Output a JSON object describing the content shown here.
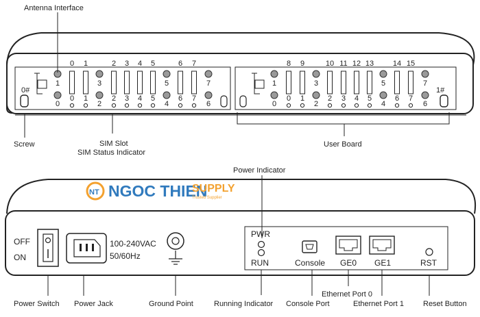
{
  "labels": {
    "antenna_interface": "Antenna Interface",
    "screw": "Screw",
    "sim_slot": "SIM Slot",
    "sim_status_indicator": "SIM Status Indicator",
    "user_board": "User Board",
    "power_indicator": "Power Indicator",
    "power_switch": "Power Switch",
    "power_jack": "Power Jack",
    "ground_point": "Ground Point",
    "running_indicator": "Running Indicator",
    "console_port": "Console Port",
    "ethernet_port_0": "Ethernet Port 0",
    "ethernet_port_1": "Ethernet Port 1",
    "reset_button": "Reset Button"
  },
  "front_panel": {
    "left_board": {
      "board_id": "0#",
      "slot_top_numbers": [
        "0",
        "1",
        "2",
        "3",
        "4",
        "5",
        "6",
        "7"
      ],
      "slot_bottom_numbers": [
        "0",
        "1",
        "2",
        "3",
        "4",
        "5",
        "6",
        "7"
      ],
      "antenna_top_labels": [
        "1",
        "3",
        "5",
        "7"
      ],
      "antenna_bottom_labels": [
        "0",
        "2",
        "4",
        "6"
      ]
    },
    "right_board": {
      "board_id": "1#",
      "slot_top_numbers": [
        "8",
        "9",
        "10",
        "11",
        "12",
        "13",
        "14",
        "15"
      ],
      "slot_bottom_numbers": [
        "0",
        "1",
        "2",
        "3",
        "4",
        "5",
        "6",
        "7"
      ],
      "antenna_top_labels": [
        "1",
        "3",
        "5",
        "7"
      ],
      "antenna_bottom_labels": [
        "0",
        "2",
        "4",
        "6"
      ]
    }
  },
  "rear_panel": {
    "switch_off": "OFF",
    "switch_on": "ON",
    "voltage": "100-240VAC",
    "frequency": "50/60Hz",
    "pwr": "PWR",
    "run": "RUN",
    "console": "Console",
    "ge0": "GE0",
    "ge1": "GE1",
    "rst": "RST"
  },
  "watermark": {
    "badge": "NT",
    "name_main": "NGOC THIEN",
    "name_accent": "SUPPLY",
    "tagline": "Trusted Supplier",
    "colors": {
      "main": "#1f6fb8",
      "accent": "#f39a1e"
    }
  }
}
